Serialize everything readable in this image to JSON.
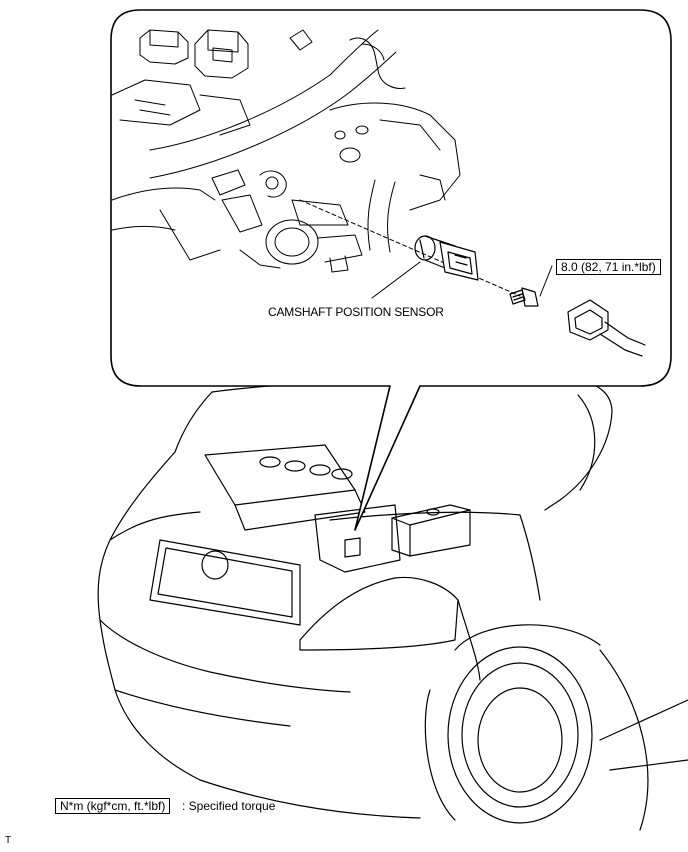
{
  "callouts": {
    "sensor_label": "CAMSHAFT POSITION SENSOR",
    "torque_value": "8.0 (82, 71 in.*lbf)"
  },
  "legend": {
    "unit_box": "N*m (kgf*cm, ft.*lbf)",
    "description": ": Specified torque"
  },
  "page_mark": "T"
}
